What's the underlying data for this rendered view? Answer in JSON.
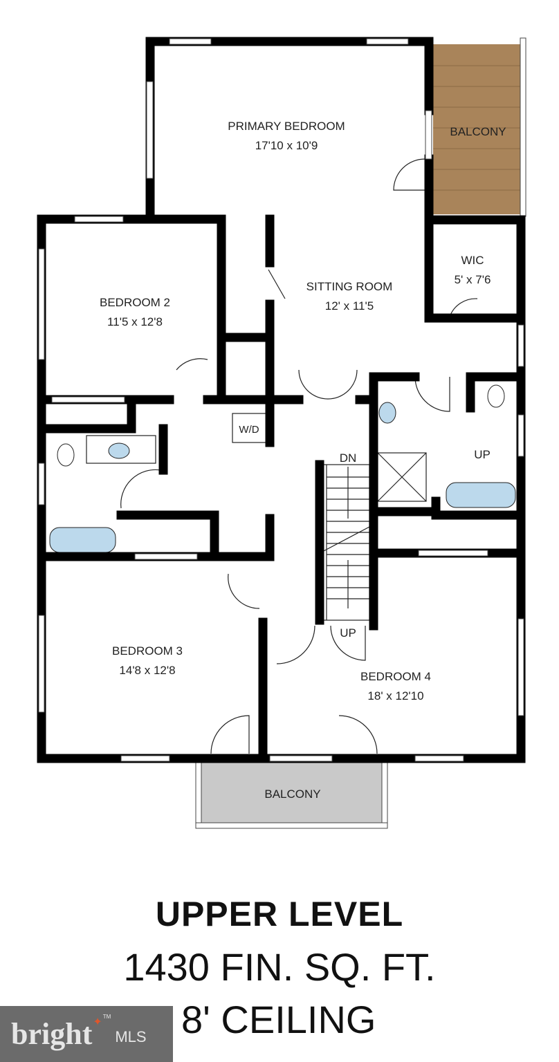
{
  "rooms": {
    "primary_bedroom": {
      "name": "PRIMARY BEDROOM",
      "size": "17'10 x 10'9"
    },
    "balcony_top": {
      "name": "BALCONY"
    },
    "wic": {
      "name": "WIC",
      "size": "5' x 7'6"
    },
    "sitting_room": {
      "name": "SITTING ROOM",
      "size": "12' x 11'5"
    },
    "bedroom_2": {
      "name": "BEDROOM 2",
      "size": "11'5 x 12'8"
    },
    "wd": {
      "name": "W/D"
    },
    "stairs_dn": {
      "name": "DN"
    },
    "bath_up": {
      "name": "UP"
    },
    "bedroom_3": {
      "name": "BEDROOM 3",
      "size": "14'8 x 12'8"
    },
    "stairs_up": {
      "name": "UP"
    },
    "bedroom_4": {
      "name": "BEDROOM 4",
      "size": "18' x 12'10"
    },
    "balcony_bottom": {
      "name": "BALCONY"
    }
  },
  "caption": {
    "title": "UPPER LEVEL",
    "area": "1430 FIN. SQ. FT.",
    "ceiling": "8' CEILING"
  },
  "logo": {
    "brand": "bright",
    "suffix": "MLS",
    "tm": "TM"
  },
  "colors": {
    "wall": "#000000",
    "balcony_wood": "#a9845a",
    "balcony_concrete": "#c9c9c9",
    "fixture": "#bcd9ec",
    "logo_bg": "#6b6b6b",
    "logo_accent": "#e0562b"
  }
}
